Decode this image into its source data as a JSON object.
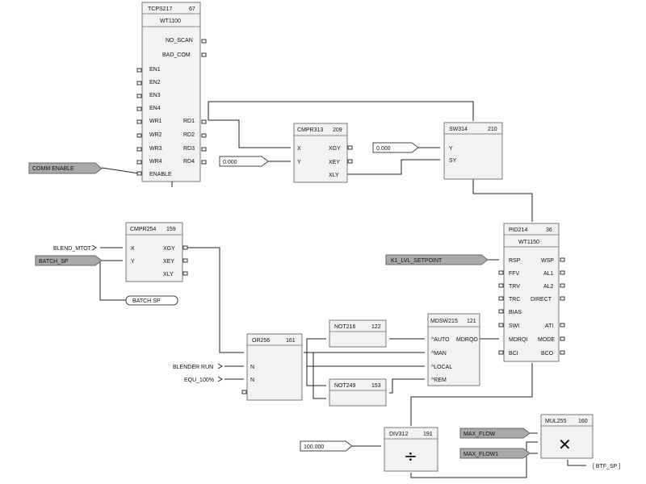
{
  "blocks": {
    "tcps": {
      "title": "TCPS217",
      "num": "67",
      "sub": "WT1100",
      "outputs": [
        "NO_SCAN",
        "BAD_COM"
      ],
      "inputs": [
        "EN1",
        "EN2",
        "EN3",
        "EN4",
        "WR1",
        "WR2",
        "WR3",
        "WR4",
        "ENABLE"
      ],
      "rd": [
        "RD1",
        "RD2",
        "RD3",
        "RD4"
      ]
    },
    "cmpr313": {
      "title": "CMPR313",
      "num": "209",
      "inputs": [
        "X",
        "Y"
      ],
      "outputs": [
        "XGY",
        "XEY",
        "XLY"
      ]
    },
    "sw314": {
      "title": "SW314",
      "num": "210",
      "inputs": [
        "Y",
        "SY"
      ]
    },
    "cmpr254": {
      "title": "CMPR254",
      "num": "159",
      "inputs": [
        "X",
        "Y"
      ],
      "outputs": [
        "XGY",
        "XEY",
        "XLY"
      ]
    },
    "pid214": {
      "title": "PID214",
      "num": "36",
      "sub": "WT1150",
      "inputs": [
        "RSP",
        "FFV",
        "TRV",
        "TRC",
        "BIAS",
        "SWI",
        "MDRQI",
        "BCI"
      ],
      "outputs": [
        "WSP",
        "AL1",
        "AL2",
        "DIRECT",
        "ATI",
        "MODE",
        "BCO"
      ]
    },
    "or256": {
      "title": "OR256",
      "num": "161",
      "inputs": [
        "N",
        "N"
      ]
    },
    "not216": {
      "title": "NOT216",
      "num": "122"
    },
    "not249": {
      "title": "NOT249",
      "num": "153"
    },
    "mdsw215": {
      "title": "MDSW215",
      "num": "121",
      "inputs": [
        "^AUTO",
        "^MAN",
        "^LOCAL",
        "^REM"
      ],
      "output": "MDRQO"
    },
    "div312": {
      "title": "DIV312",
      "num": "191",
      "symbol": "÷"
    },
    "mul255": {
      "title": "MUL255",
      "num": "160",
      "symbol": "✕"
    }
  },
  "tags": {
    "comm_enable": "COMM ENABLE",
    "const_cmpr": "0.000",
    "const_sw": "0.000",
    "blend_mtot": "BLEND_MTOT",
    "batch_sp": "BATCH_SP",
    "batch_sp_out": "BATCH SP",
    "k1_lvl": "K1_LVL_SETPOINT",
    "blender_run": "BLENDER RUN",
    "equ_100": "EQU_100%",
    "const_div": "100.000",
    "max_flow": "MAX_FLOW",
    "max_flow1": "MAX_FLOW1",
    "btf_sp": "[ BTF_SP ]"
  }
}
